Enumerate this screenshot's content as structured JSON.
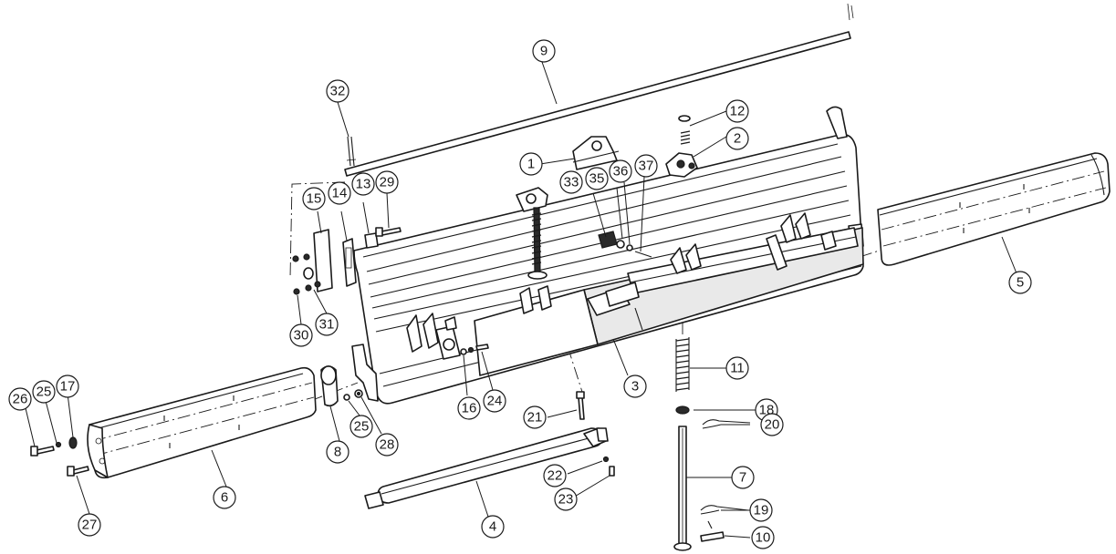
{
  "diagram": {
    "type": "exploded-parts-diagram",
    "colors": {
      "line": "#1a1a1a",
      "background": "#ffffff",
      "part_fill": "#ffffff",
      "shade": "#e9e9e9"
    },
    "callouts": [
      {
        "label": "1"
      },
      {
        "label": "2"
      },
      {
        "label": "3"
      },
      {
        "label": "4"
      },
      {
        "label": "5"
      },
      {
        "label": "6"
      },
      {
        "label": "7"
      },
      {
        "label": "8"
      },
      {
        "label": "9"
      },
      {
        "label": "10"
      },
      {
        "label": "11"
      },
      {
        "label": "12"
      },
      {
        "label": "13"
      },
      {
        "label": "14"
      },
      {
        "label": "15"
      },
      {
        "label": "16"
      },
      {
        "label": "17"
      },
      {
        "label": "18"
      },
      {
        "label": "19"
      },
      {
        "label": "20"
      },
      {
        "label": "21"
      },
      {
        "label": "22"
      },
      {
        "label": "23"
      },
      {
        "label": "24"
      },
      {
        "label": "25"
      },
      {
        "label": "25"
      },
      {
        "label": "26"
      },
      {
        "label": "27"
      },
      {
        "label": "28"
      },
      {
        "label": "29"
      },
      {
        "label": "30"
      },
      {
        "label": "31"
      },
      {
        "label": "32"
      },
      {
        "label": "33"
      },
      {
        "label": "35"
      },
      {
        "label": "36"
      },
      {
        "label": "37"
      }
    ]
  }
}
